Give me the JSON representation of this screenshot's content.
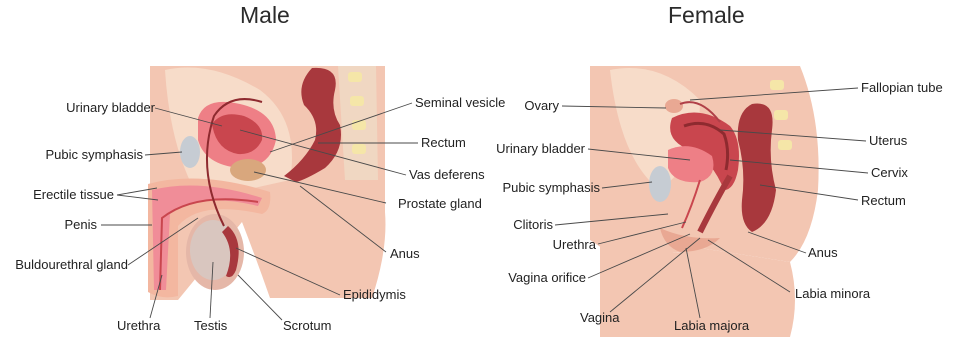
{
  "titles": {
    "male": "Male",
    "female": "Female"
  },
  "male_labels": {
    "urinary_bladder": "Urinary bladder",
    "pubic_symphasis": "Pubic symphasis",
    "erectile_tissue": "Erectile tissue",
    "penis": "Penis",
    "buldourethral_gland": "Buldourethral gland",
    "urethra": "Urethra",
    "testis": "Testis",
    "scrotum": "Scrotum",
    "epididymis": "Epididymis",
    "anus": "Anus",
    "prostate_gland": "Prostate gland",
    "vas_deferens": "Vas deferens",
    "rectum": "Rectum",
    "seminal_vesicle": "Seminal vesicle"
  },
  "female_labels": {
    "ovary": "Ovary",
    "urinary_bladder": "Urinary bladder",
    "pubic_symphasis": "Pubic symphasis",
    "clitoris": "Clitoris",
    "urethra": "Urethra",
    "vagina_orifice": "Vagina orifice",
    "vagina": "Vagina",
    "labia_majora": "Labia majora",
    "labia_minora": "Labia minora",
    "anus": "Anus",
    "rectum": "Rectum",
    "cervix": "Cervix",
    "uterus": "Uterus",
    "fallopian_tube": "Fallopian tube"
  },
  "colors": {
    "skin": "#f3c6b2",
    "skin_dark": "#e9a893",
    "tissue": "#f7dcc9",
    "organ_red": "#c9464e",
    "organ_dark": "#8e2a2f",
    "bladder_pink": "#ee7f86",
    "bone_grey": "#c6ccd3",
    "testis_grey": "#d9c6bf",
    "vertebra": "#f5e6a8"
  }
}
